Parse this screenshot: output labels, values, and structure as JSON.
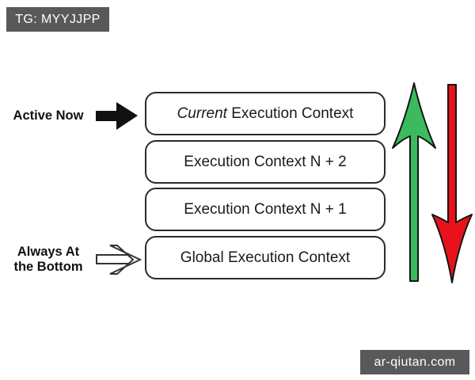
{
  "badges": {
    "top_left": "TG: MYYJJPP",
    "bottom_right": "ar-qiutan.com",
    "background": "#58595b",
    "text_color": "#ffffff"
  },
  "labels": {
    "active_now": "Active Now",
    "always_line1": "Always At",
    "always_line2": "the Bottom"
  },
  "boxes": [
    {
      "italic": "Current",
      "text": " Execution Context"
    },
    {
      "italic": "",
      "text": "Execution Context N + 2"
    },
    {
      "italic": "",
      "text": "Execution Context N + 1"
    },
    {
      "italic": "",
      "text": "Global Execution Context"
    }
  ],
  "icons": {
    "active_arrow": "filled-right-arrow",
    "bottom_arrow": "outline-right-arrow",
    "up_arrow": "green-up-arrow",
    "down_arrow": "red-down-arrow"
  },
  "colors": {
    "green": "#3cbb5e",
    "red": "#e8131a",
    "arrow_black": "#111111",
    "arrow_outline": "#333333",
    "shape_stroke": "#141414",
    "box_border": "#2b2b2b",
    "text": "#1a1a1a",
    "white": "#ffffff"
  }
}
